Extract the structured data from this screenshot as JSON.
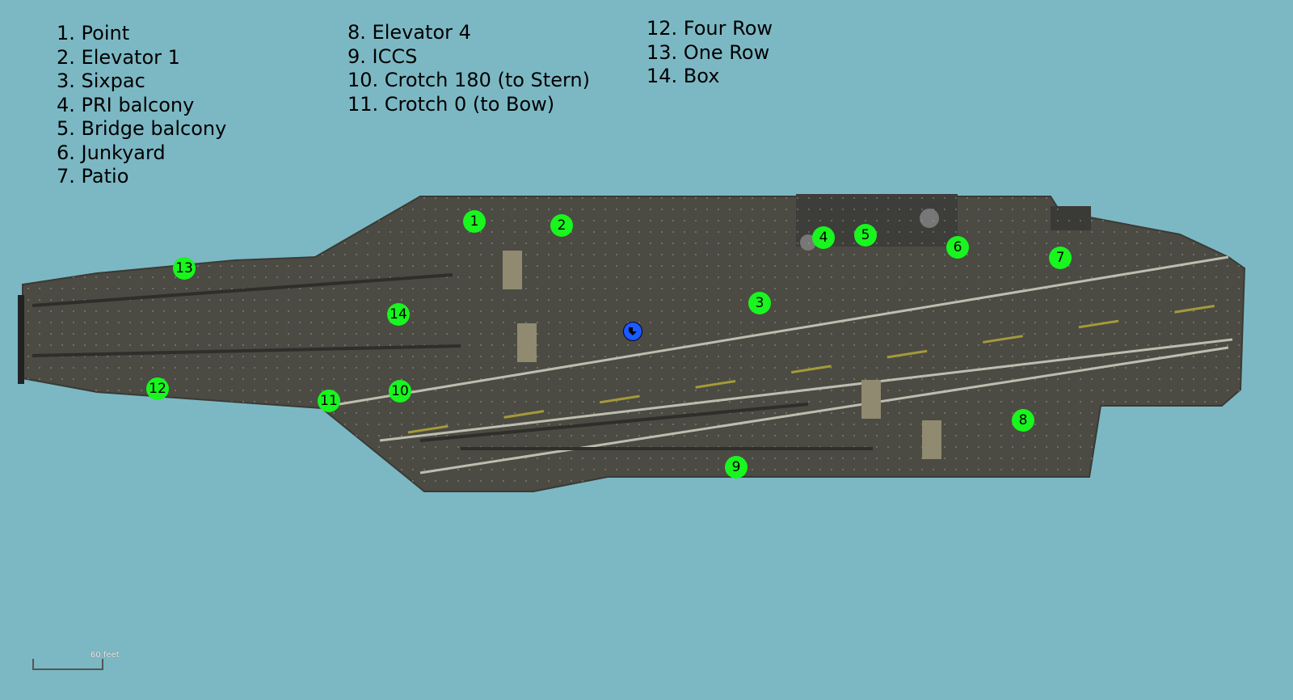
{
  "legend": {
    "column1": [
      "1. Point",
      "2. Elevator 1",
      "3. Sixpac",
      "4. PRI balcony",
      "5. Bridge balcony",
      "6. Junkyard",
      "7. Patio"
    ],
    "column2": [
      "8. Elevator 4",
      "9. ICCS",
      "10. Crotch 180 (to Stern)",
      "11. Crotch 0 (to Bow)"
    ],
    "column3": [
      "12. Four Row",
      "13. One Row",
      "14. Box"
    ]
  },
  "markers": [
    "1",
    "2",
    "3",
    "4",
    "5",
    "6",
    "7",
    "8",
    "9",
    "10",
    "11",
    "12",
    "13",
    "14"
  ],
  "marker_color": "#19f51e",
  "player_icon": "location-arrow-icon",
  "player_color": "#1a5cff",
  "scale": {
    "label": "60 feet"
  },
  "colors": {
    "water": "#7cb8c4",
    "deck": "#4a4a42"
  }
}
